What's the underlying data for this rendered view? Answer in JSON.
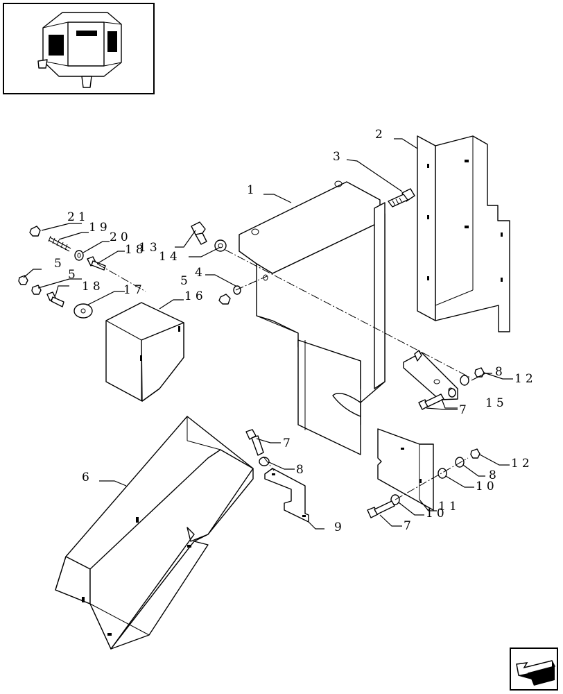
{
  "callouts": [
    {
      "id": "c-1",
      "text": "1"
    },
    {
      "id": "c-2",
      "text": "2"
    },
    {
      "id": "c-3",
      "text": "3"
    },
    {
      "id": "c-4",
      "text": "4"
    },
    {
      "id": "c-5a",
      "text": "5"
    },
    {
      "id": "c-5b",
      "text": "5"
    },
    {
      "id": "c-5c",
      "text": "5"
    },
    {
      "id": "c-6",
      "text": "6"
    },
    {
      "id": "c-7a",
      "text": "7"
    },
    {
      "id": "c-7b",
      "text": "7"
    },
    {
      "id": "c-7c",
      "text": "7"
    },
    {
      "id": "c-8a",
      "text": "8"
    },
    {
      "id": "c-8b",
      "text": "8"
    },
    {
      "id": "c-8c",
      "text": "8"
    },
    {
      "id": "c-9",
      "text": "9"
    },
    {
      "id": "c-10a",
      "text": "10"
    },
    {
      "id": "c-10b",
      "text": "10"
    },
    {
      "id": "c-11",
      "text": "11"
    },
    {
      "id": "c-12a",
      "text": "12"
    },
    {
      "id": "c-12b",
      "text": "12"
    },
    {
      "id": "c-13",
      "text": "13"
    },
    {
      "id": "c-14",
      "text": "14"
    },
    {
      "id": "c-15",
      "text": "15"
    },
    {
      "id": "c-16",
      "text": "16"
    },
    {
      "id": "c-17",
      "text": "17"
    },
    {
      "id": "c-18a",
      "text": "18"
    },
    {
      "id": "c-18b",
      "text": "18"
    },
    {
      "id": "c-19",
      "text": "19"
    },
    {
      "id": "c-20",
      "text": "20"
    },
    {
      "id": "c-21",
      "text": "21"
    }
  ],
  "icons": {
    "thumbnail": "baler-overview-icon",
    "navigation": "previous-page-arrow-icon"
  }
}
